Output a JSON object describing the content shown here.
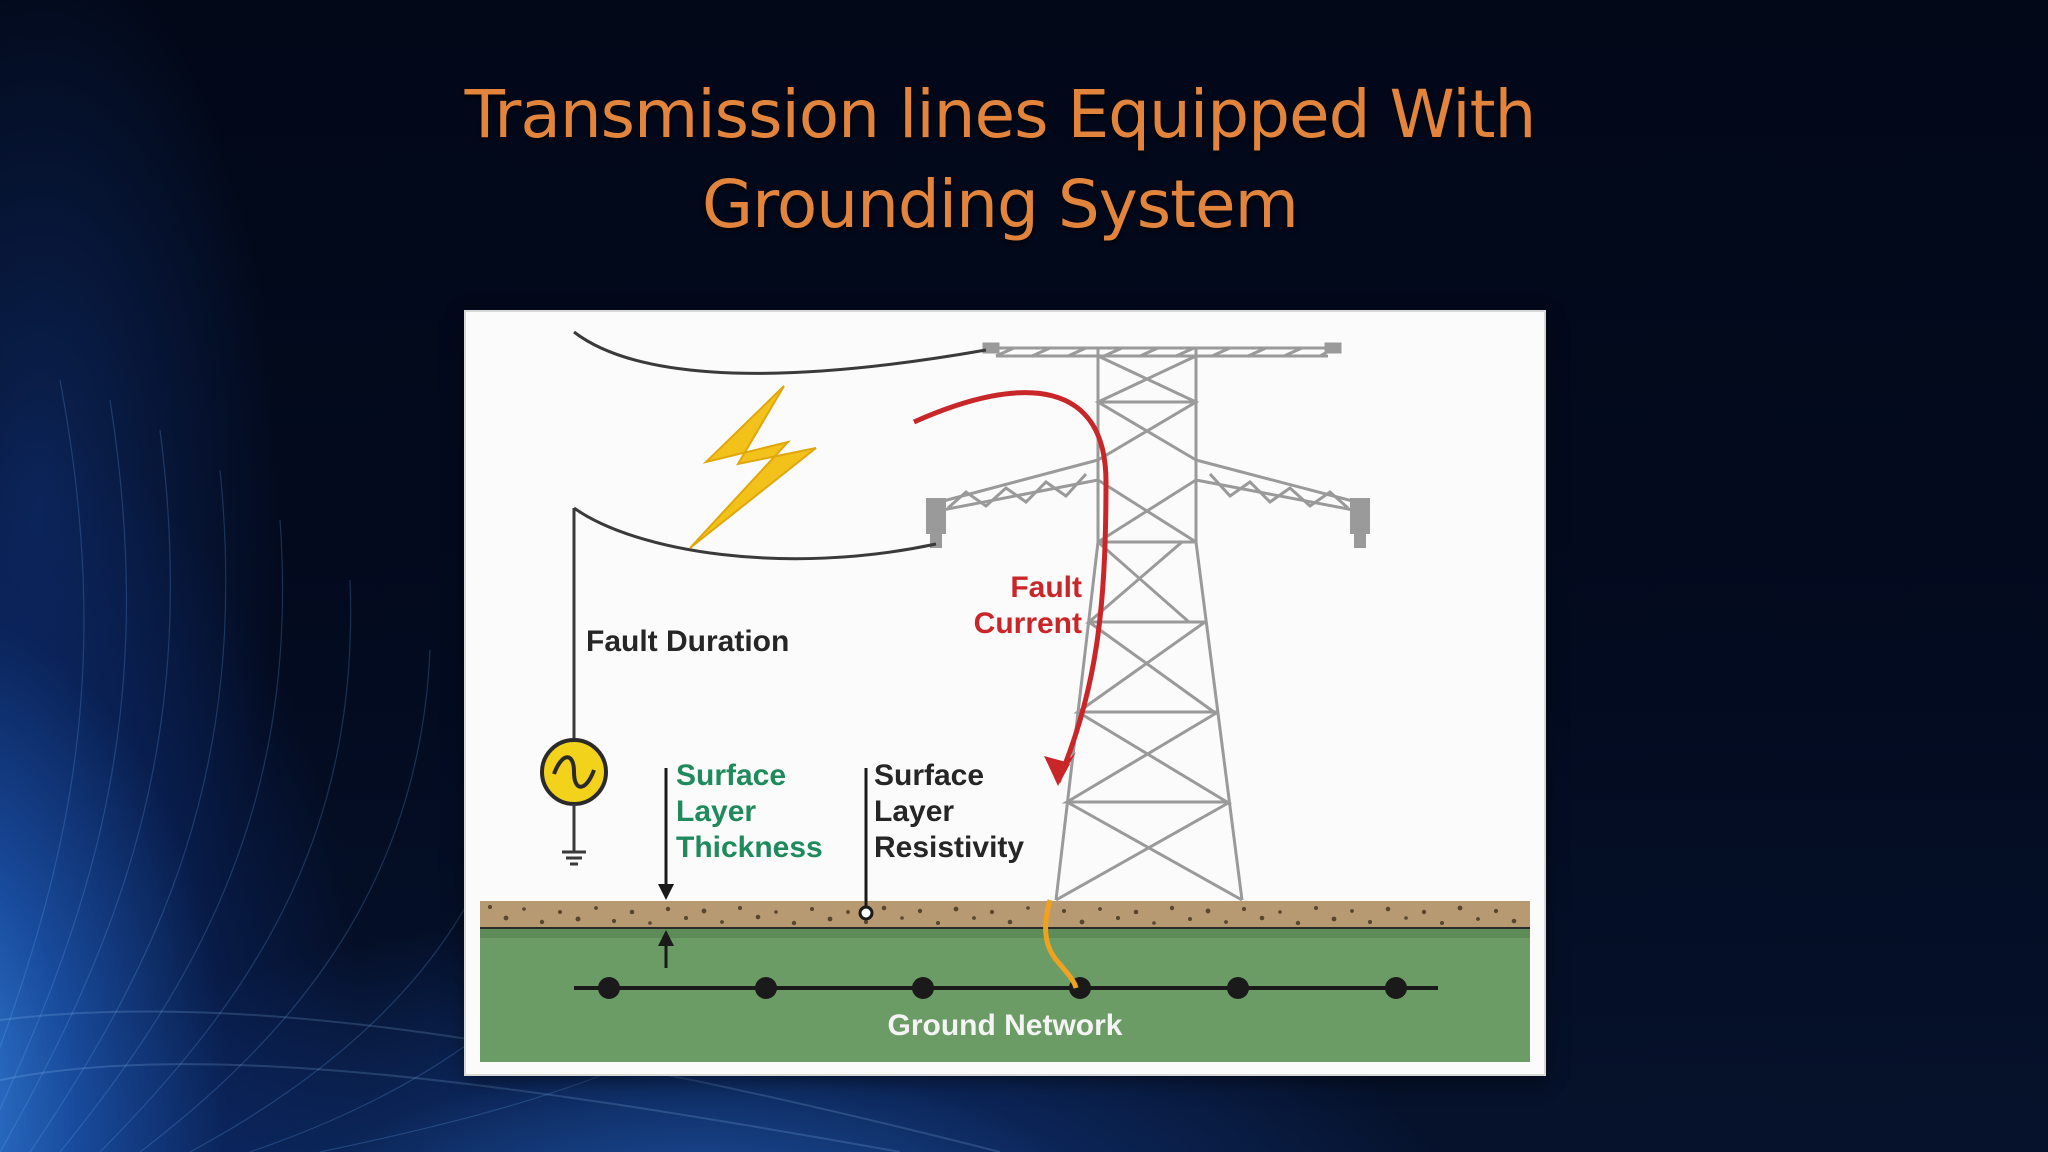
{
  "slide": {
    "title_line1": "Transmission lines  Equipped With",
    "title_line2": "Grounding System"
  },
  "diagram": {
    "fault_duration": "Fault Duration",
    "fault_current": [
      "Fault",
      "Current"
    ],
    "surface_layer_thickness": [
      "Surface",
      "Layer",
      "Thickness"
    ],
    "surface_layer_resistivity": [
      "Surface",
      "Layer",
      "Resistivity"
    ],
    "ground_network": "Ground Network",
    "colors": {
      "title": "#e2843c",
      "fault_current_arrow": "#c9262a",
      "lightning": "#f2c21a",
      "surface_label": "#1f8a5c",
      "ground": "#6c9c66",
      "gravel": "#b89a72",
      "tower": "#9a9a9a",
      "ground_current": "#f0a11e"
    },
    "icons": [
      "lightning-bolt-icon",
      "ac-source-icon",
      "ground-symbol-icon",
      "transmission-tower-icon"
    ]
  }
}
